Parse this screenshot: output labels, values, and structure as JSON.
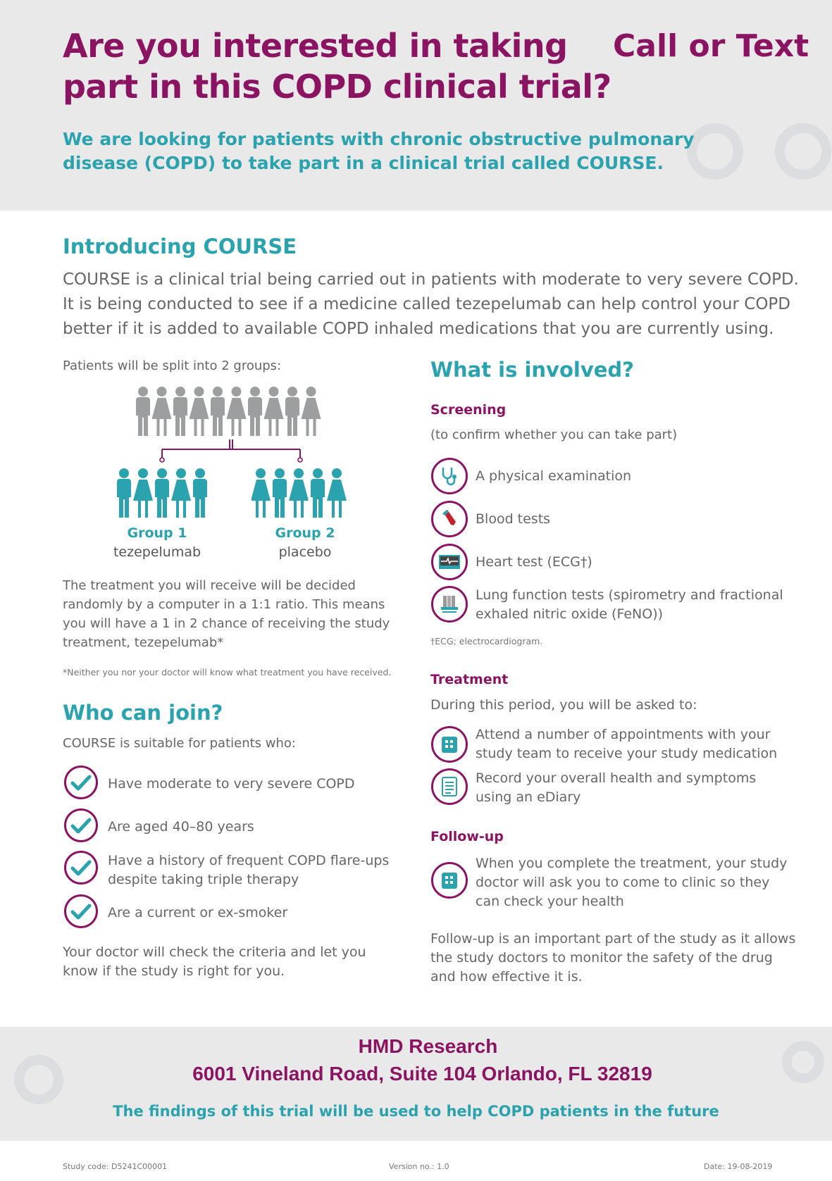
{
  "header": {
    "title_line1": "Are you interested in taking",
    "title_line2": "part in this COPD clinical trial?",
    "call": "Call or Text",
    "subtitle_line1": "We are looking for patients with chronic obstructive pulmonary",
    "subtitle_line2": "disease (COPD) to take part in a clinical trial called COURSE."
  },
  "intro": {
    "heading": "Introducing COURSE",
    "line1": "COURSE is a clinical trial being carried out in patients with moderate to very severe COPD.",
    "line2": "It is being conducted to see if a medicine called tezepelumab can help control your COPD",
    "line3": "better if it is added to available COPD inhaled medications that you are currently using."
  },
  "groups": {
    "intro": "Patients will be split into 2 groups:",
    "g1_label": "Group 1",
    "g1_drug": "tezepelumab",
    "g2_label": "Group 2",
    "g2_drug": "placebo",
    "desc": [
      "The treatment you will receive will be decided",
      "randomly by a computer in a 1:1 ratio. This means",
      "you will have a 1 in 2 chance of receiving the study",
      "treatment, tezepelumab*"
    ],
    "footnote": "*Neither you nor your doctor will know what treatment you have received."
  },
  "join": {
    "heading": "Who can join?",
    "intro": "COURSE is suitable for patients who:",
    "criteria": [
      "Have moderate to very severe COPD",
      "Are aged 40–80 years",
      "Have a history of frequent COPD flare-ups",
      "despite taking triple therapy",
      "Are a current or ex-smoker"
    ],
    "closing1": "Your doctor will check the criteria and let you",
    "closing2": "know if the study is right for you."
  },
  "involved": {
    "heading": "What is involved?",
    "screening": {
      "heading": "Screening",
      "sub": "(to confirm whether you can take part)",
      "items": [
        "A physical examination",
        "Blood tests",
        "Heart test (ECG†)",
        "Lung function tests (spirometry and fractional",
        "exhaled nitric oxide (FeNO))"
      ],
      "footnote": "†ECG; electrocardiogram."
    },
    "treatment": {
      "heading": "Treatment",
      "sub": "During this period, you will be asked to:",
      "items": [
        "Attend a number of appointments with your",
        "study team to receive your study medication",
        "Record your overall health and symptoms",
        "using an eDiary"
      ]
    },
    "followup": {
      "heading": "Follow-up",
      "items": [
        "When you complete the treatment, your study",
        "doctor will ask you to come to clinic so they",
        "can check your health"
      ],
      "closing": [
        "Follow-up is an important part of the study as it allows",
        "the study doctors to monitor the safety of the drug",
        "and how effective it is."
      ]
    }
  },
  "footer": {
    "org": "HMD Research",
    "address": "6001 Vineland Road, Suite 104 Orlando, FL 32819",
    "tagline": "The findings of this trial will be used to help COPD patients in the future",
    "study_code": "Study code: D5241C00001",
    "version": "Version no.: 1.0",
    "date": "Date: 19-08-2019"
  },
  "colors": {
    "purple": "#8b1462",
    "teal": "#2aa3ae",
    "gray_band": "#e9e9ea"
  }
}
